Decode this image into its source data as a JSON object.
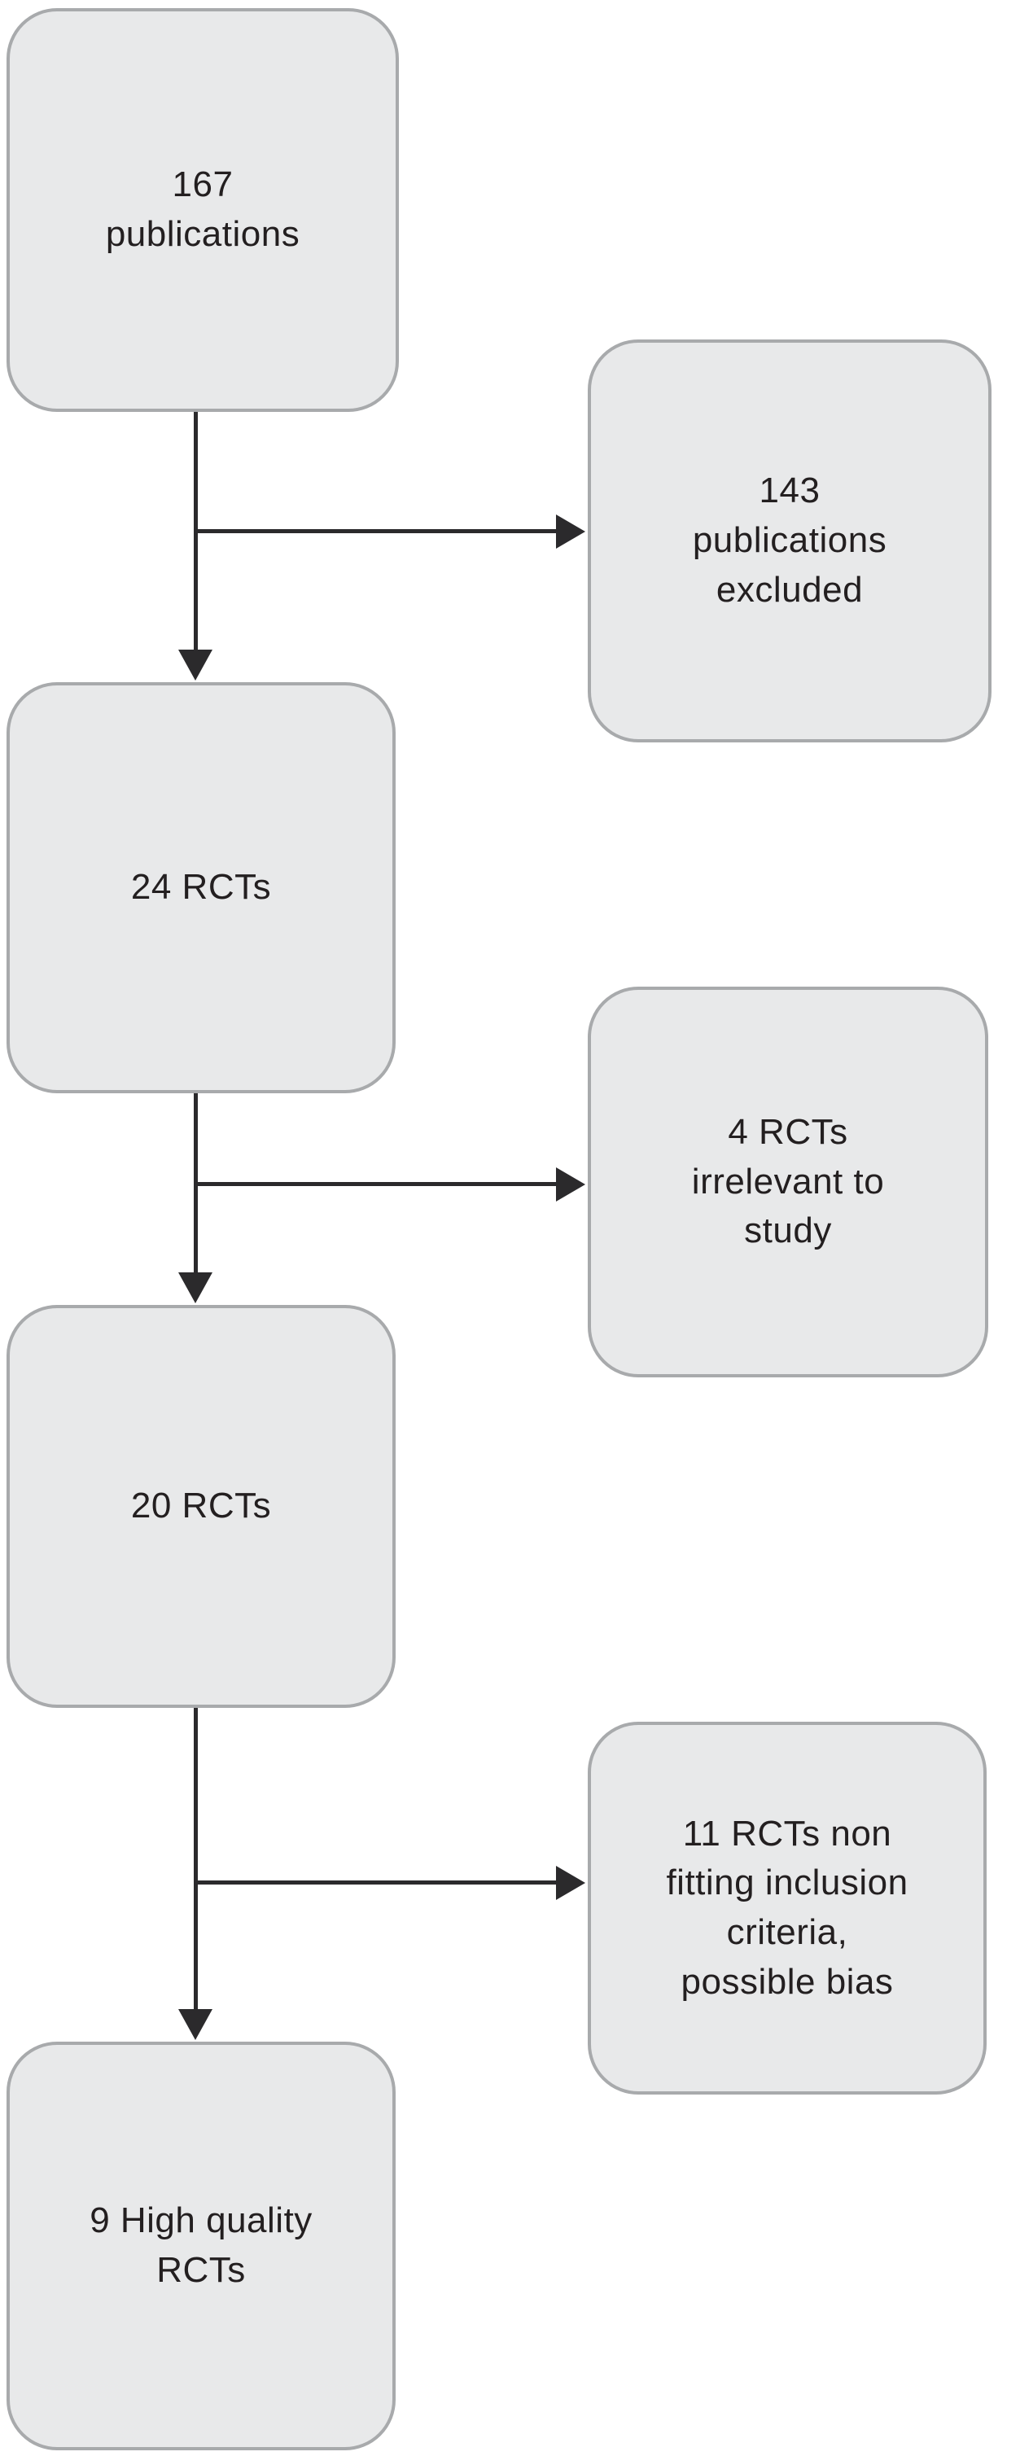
{
  "diagram": {
    "type": "flowchart",
    "boxes": [
      {
        "id": "publications-identified",
        "column": "left",
        "label": "167\npublications"
      },
      {
        "id": "publications-excluded",
        "column": "right",
        "label": "143\npublications\nexcluded"
      },
      {
        "id": "rcts-screened",
        "column": "left",
        "label": "24 RCTs"
      },
      {
        "id": "rcts-irrelevant",
        "column": "right",
        "label": "4 RCTs\nirrelevant to\nstudy"
      },
      {
        "id": "rcts-assessed",
        "column": "left",
        "label": "20 RCTs"
      },
      {
        "id": "rcts-non-fitting",
        "column": "right",
        "label": "11 RCTs non\nfitting inclusion\ncriteria,\npossible bias"
      },
      {
        "id": "rcts-high-quality",
        "column": "left",
        "label": "9 High quality\nRCTs"
      }
    ],
    "edges": [
      {
        "from": "publications-identified",
        "to": "rcts-screened",
        "direction": "down"
      },
      {
        "from": "publications-identified",
        "to": "publications-excluded",
        "direction": "right"
      },
      {
        "from": "rcts-screened",
        "to": "rcts-assessed",
        "direction": "down"
      },
      {
        "from": "rcts-screened",
        "to": "rcts-irrelevant",
        "direction": "right"
      },
      {
        "from": "rcts-assessed",
        "to": "rcts-high-quality",
        "direction": "down"
      },
      {
        "from": "rcts-assessed",
        "to": "rcts-non-fitting",
        "direction": "right"
      }
    ]
  },
  "colors": {
    "box-fill": "#e8e9ea",
    "box-border": "#a8aaac",
    "arrow": "#2b2a2c",
    "text": "#231f20",
    "background": "#ffffff"
  }
}
